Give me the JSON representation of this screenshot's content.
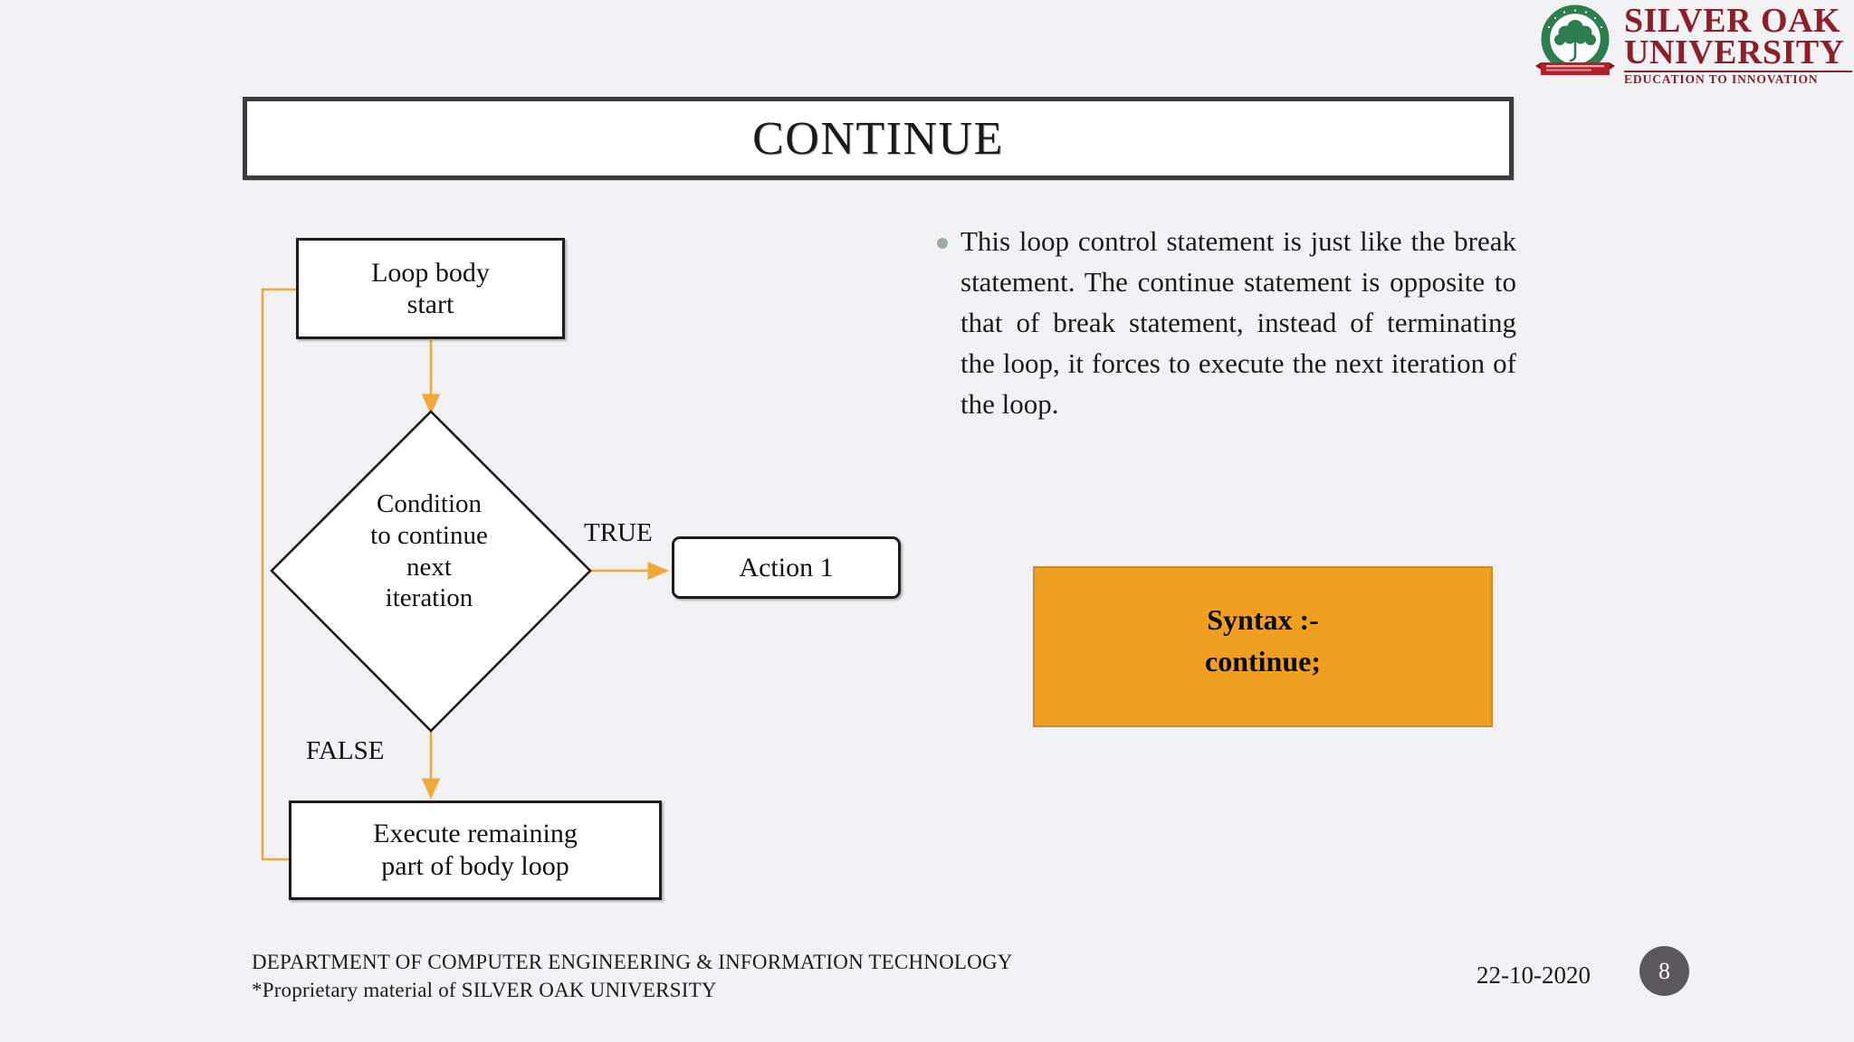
{
  "brand": {
    "logo_icon": "silver-oak-university-tree-emblem",
    "name_line1": "SILVER OAK",
    "name_line2": "UNIVERSITY",
    "tagline": "EDUCATION TO INNOVATION",
    "emblem_ring_text": "SILVER OAK UNIVERSITY",
    "emblem_banner_text": "ज्ञान पथम् प्रकाशम्",
    "colors": {
      "maroon": "#8C1F2B",
      "emblem_green": "#2E7D4F",
      "banner_red": "#B3202C"
    }
  },
  "title": {
    "text": "CONTINUE"
  },
  "flowchart": {
    "nodes": {
      "loop_start": "Loop body\nstart",
      "loop_start_line1": "Loop body",
      "loop_start_line2": "start",
      "condition_line1": "Condition",
      "condition_line2": "to continue",
      "condition_line3": "next",
      "condition_line4": "iteration",
      "action1": "Action 1",
      "execute_line1": "Execute remaining",
      "execute_line2": "part of body loop"
    },
    "edge_labels": {
      "true": "TRUE",
      "false": "FALSE"
    },
    "colors": {
      "arrow": "#EFA83A",
      "node_border": "#1C1C1C",
      "node_fill": "#FFFFFF"
    }
  },
  "content": {
    "bullet": "This loop control statement is just like the break statement. The continue statement is opposite to that of break statement, instead of terminating the loop, it forces to execute the next iteration of the loop.",
    "bullet_marker_color": "#9FAB9F"
  },
  "syntax_box": {
    "line1": "Syntax :-",
    "line2": "continue;",
    "background_color": "#EFA021",
    "border_color": "#C98A2A"
  },
  "footer": {
    "line1": "DEPARTMENT OF COMPUTER ENGINEERING & INFORMATION TECHNOLOGY",
    "line2": "*Proprietary material of SILVER OAK UNIVERSITY",
    "date": "22-10-2020",
    "page_number": "8",
    "page_badge_color": "#5B585C"
  }
}
